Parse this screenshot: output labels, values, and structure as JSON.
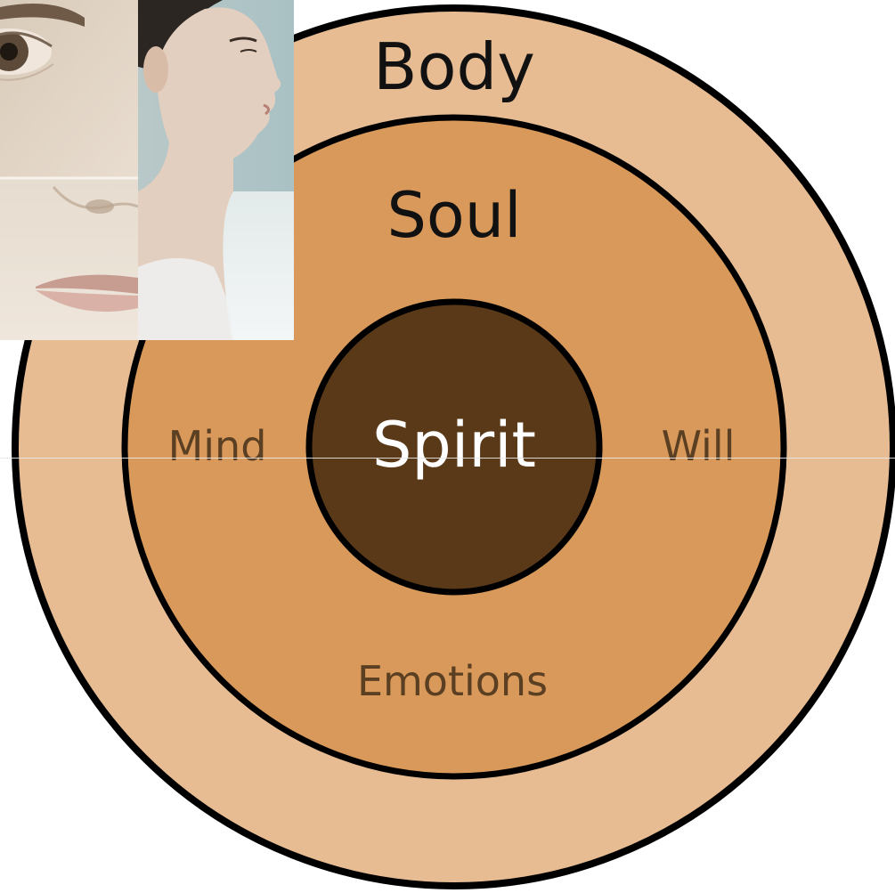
{
  "diagram": {
    "labels": {
      "body": "Body",
      "soul": "Soul",
      "spirit": "Spirit",
      "mind": "Mind",
      "will": "Will",
      "emotions": "Emotions"
    },
    "colors": {
      "body_ring": "#e8bc93",
      "soul_ring": "#d9995a",
      "spirit_core": "#5a3919",
      "outline": "#000000",
      "dark_text": "#111111",
      "soft_text": "#5b3f22",
      "spirit_text": "#ffffff"
    }
  },
  "photo_collage": {
    "icon": "faces-photo-collage"
  }
}
